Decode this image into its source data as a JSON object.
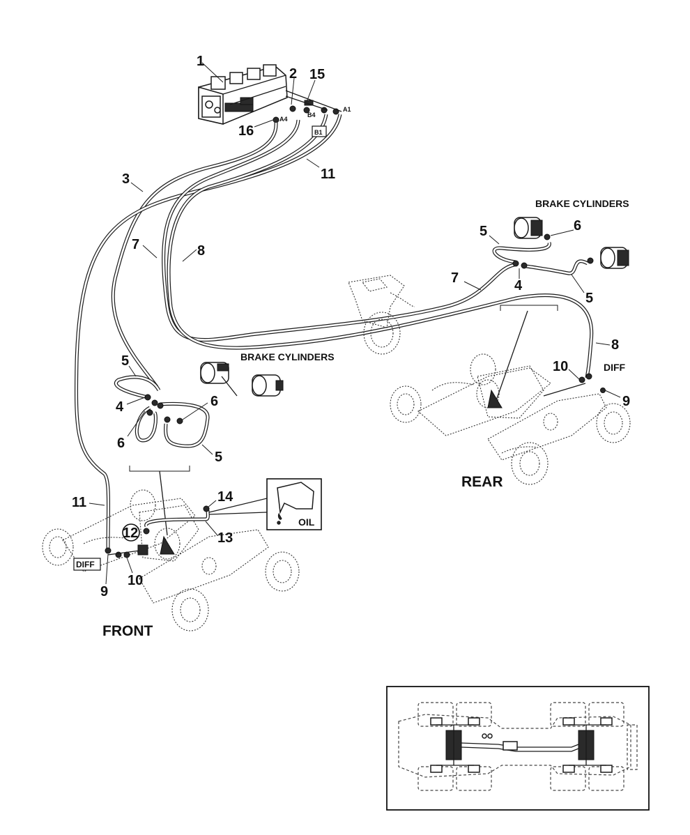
{
  "callouts": {
    "n1": "1",
    "n2": "2",
    "n15": "15",
    "n16": "16",
    "n3": "3",
    "n11_top": "11",
    "n7_left": "7",
    "n8_left": "8",
    "n5_left_top": "5",
    "n4_left": "4",
    "n6_left_a": "6",
    "n6_left_b": "6",
    "n5_left_bottom": "5",
    "n5_right_top": "5",
    "n6_right": "6",
    "n7_right": "7",
    "n4_right": "4",
    "n5_right_bottom": "5",
    "n8_right": "8",
    "n10_right": "10",
    "n9_right": "9",
    "n14": "14",
    "n12": "12",
    "n13": "13",
    "n11_bottom": "11",
    "n9_bottom": "9",
    "n10_bottom": "10"
  },
  "port_labels": {
    "a4": "A4",
    "b4": "B4",
    "a1": "A1",
    "b1": "B1"
  },
  "captions": {
    "brake_cylinders_right": "BRAKE CYLINDERS",
    "brake_cylinders_left": "BRAKE CYLINDERS",
    "diff_right": "DIFF",
    "diff_front": "DIFF",
    "oil": "OIL",
    "front": "FRONT",
    "rear": "REAR"
  }
}
